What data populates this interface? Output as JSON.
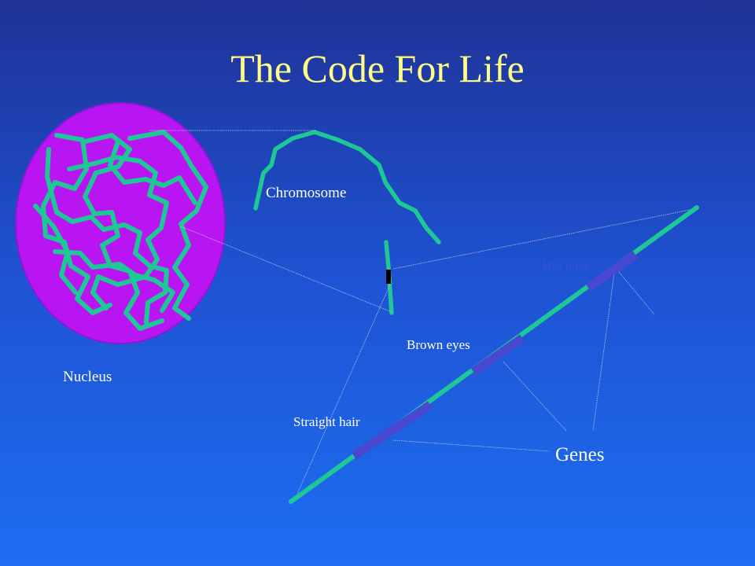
{
  "title": "The Code For Life",
  "labels": {
    "chromosome": "Chromosome",
    "nucleus": "Nucleus",
    "brown_eyes": "Brown eyes",
    "straight_hair": "Straight hair",
    "big_nose": "Big nose",
    "genes": "Genes"
  },
  "colors": {
    "background_top": "#1f3296",
    "background_bottom": "#1d6ef2",
    "title": "#ffff88",
    "label_text": "#ffffff",
    "nucleus_fill": "#b915f2",
    "dna_strand": "#1ec896",
    "gene_segment": "#4848d0",
    "faint_label": "#3a4fd8",
    "connector_line": "#b8c2e2",
    "marker": "#000000"
  }
}
